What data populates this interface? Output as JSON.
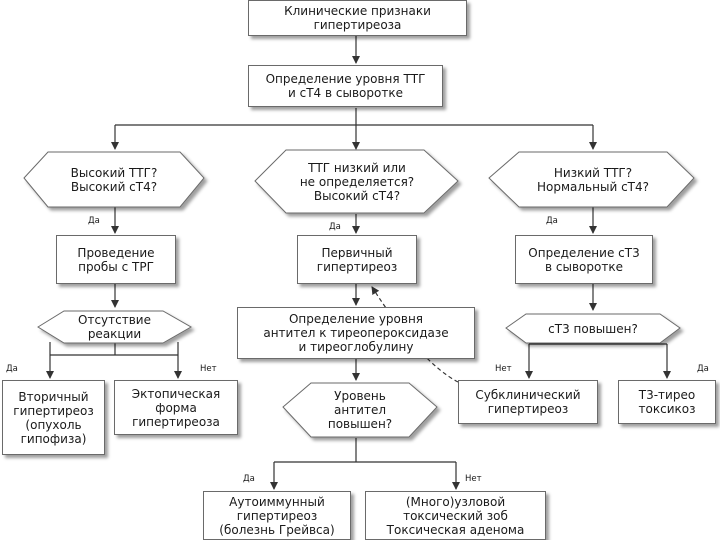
{
  "nodes": {
    "n1": "Клинические признаки\nгипертиреоза",
    "n2": "Определение уровня ТТГ\nи сТ4 в сыворотке",
    "d1": "Высокий ТТГ?\nВысокий сТ4?",
    "d2": "ТТГ низкий или\nне определяется?\nВысокий сТ4?",
    "d3": "Низкий ТТГ?\nНормальный сТ4?",
    "b1": "Проведение\nпробы с ТРГ",
    "b2": "Первичный\nгипертиреоз",
    "b3": "Определение сТ3\nв сыворотке",
    "d4": "Отсутствие\nреакции",
    "b4": "Определение уровня\nантител к тиреопероксидазе\nи тиреоглобулину",
    "d5": "сТ3 повышен?",
    "b5": "Вторичный\nгипертиреоз\n(опухоль\nгипофиза)",
    "b6": "Эктопическая\nформа\nгипертиреоза",
    "b7": "Субклинический\nгипертиреоз",
    "b8": "Т3-тирео\nтоксикоз",
    "d6": "Уровень\nантител\nповышен?",
    "b9": "Аутоиммунный\nгипертиреоз\n(болезнь Грейвса)",
    "b10": "(Много)узловой\nтоксический зоб\nТоксическая аденома"
  },
  "labels": {
    "yes_d1": "Да",
    "yes_d2": "Да",
    "yes_d3": "Да",
    "yes_d4": "Да",
    "no_d4": "Нет",
    "no_d5": "Нет",
    "yes_d5": "Да",
    "yes_d6": "Да",
    "no_d6": "Нет"
  },
  "colors": {
    "line": "#333333",
    "border": "#6a6a6a",
    "shadow": "#9a9a9a"
  }
}
